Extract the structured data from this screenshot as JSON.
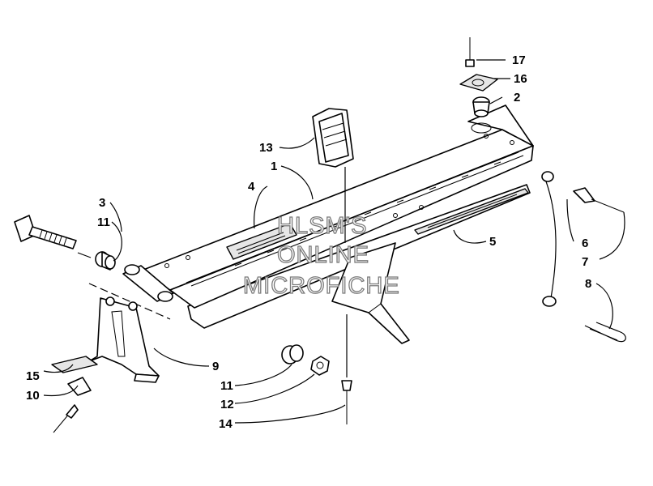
{
  "watermark": {
    "line1": "HLSM'S",
    "line2": "ONLINE",
    "line3": "MICROFICHE"
  },
  "callouts": {
    "c1": "1",
    "c2": "2",
    "c3": "3",
    "c4": "4",
    "c5": "5",
    "c6": "6",
    "c7": "7",
    "c8": "8",
    "c9": "9",
    "c10": "10",
    "c11a": "11",
    "c11b": "11",
    "c12": "12",
    "c13": "13",
    "c14": "14",
    "c15": "15",
    "c16": "16",
    "c17": "17"
  }
}
